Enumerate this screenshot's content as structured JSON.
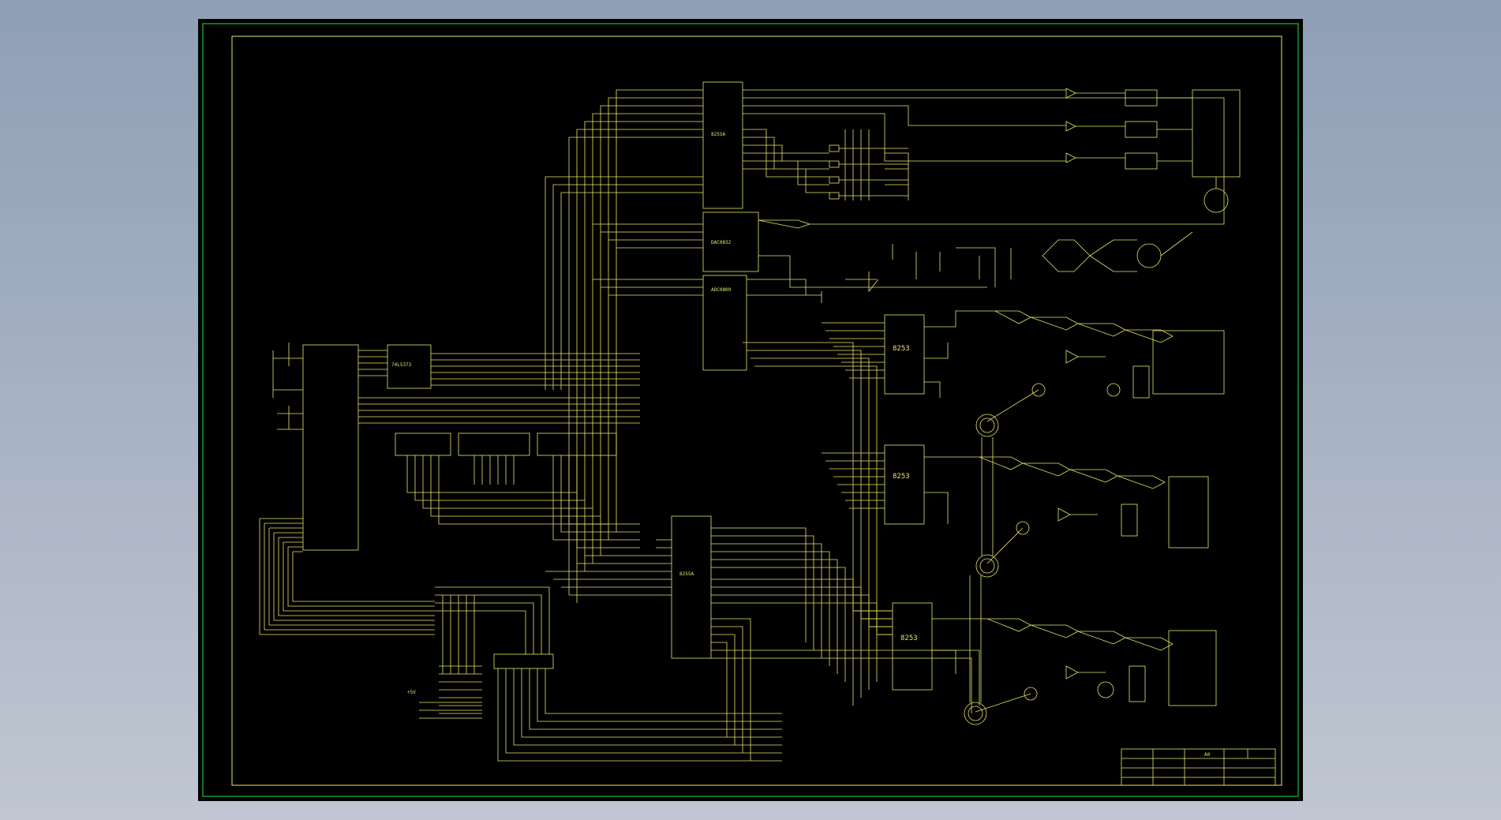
{
  "colors": {
    "background": "#000000",
    "border": "#1fbf3a",
    "wire": "#e6e66a",
    "viewport_top": "#8f9fb6",
    "viewport_bottom": "#c0c7d2"
  },
  "chips": {
    "ppi_top": "8255A",
    "dac": "DAC0832",
    "adc": "ADC0809",
    "latch": "74LS373",
    "timer1": "8253",
    "timer2": "8253",
    "timer3": "8253",
    "ppi_mid": "8255A"
  },
  "labels": {
    "supply_5v": "+5V"
  },
  "title_block": {
    "size": "A0"
  }
}
